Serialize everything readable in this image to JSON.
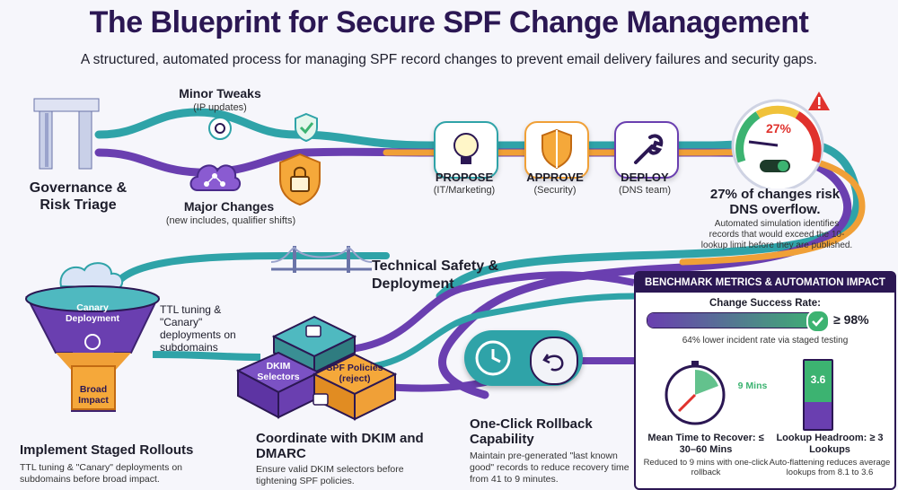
{
  "title": "The Blueprint for Secure SPF Change Management",
  "subtitle": "A structured, automated process for managing SPF record changes to prevent email delivery failures and security gaps.",
  "governance": {
    "title": "Governance & Risk Triage"
  },
  "minor": {
    "title": "Minor Tweaks",
    "sub": "(IP updates)"
  },
  "major": {
    "title": "Major Changes",
    "sub": "(new includes, qualifier shifts)"
  },
  "steps": [
    {
      "title": "PROPOSE",
      "sub": "(IT/Marketing)"
    },
    {
      "title": "APPROVE",
      "sub": "(Security)"
    },
    {
      "title": "DEPLOY",
      "sub": "(DNS team)"
    }
  ],
  "gauge": {
    "value": "27%",
    "headline": "27% of changes risk DNS overflow.",
    "desc": "Automated simulation identifies records that would exceed the 10-lookup limit before they are published."
  },
  "technical": {
    "title": "Technical Safety & Deployment"
  },
  "funnel": {
    "top": "Canary Deployment",
    "bottom": "Broad Impact",
    "side": "TTL tuning & \"Canary\" deployments on subdomains"
  },
  "staged": {
    "title": "Implement Staged Rollouts",
    "desc": "TTL tuning & \"Canary\" deployments on subdomains before broad impact."
  },
  "dkim": {
    "cube_left": "DKIM Selectors",
    "cube_right": "SPF Policies (reject)",
    "title": "Coordinate with DKIM and DMARC",
    "desc": "Ensure valid DKIM selectors before tightening SPF policies."
  },
  "rollback": {
    "title": "One-Click Rollback Capability",
    "desc": "Maintain pre-generated \"last known good\" records to reduce recovery time from 41 to 9 minutes."
  },
  "benchmark": {
    "header": "BENCHMARK METRICS & AUTOMATION IMPACT",
    "success_label": "Change Success Rate:",
    "success_value": "≥ 98%",
    "success_fraction": 0.98,
    "success_note": "64% lower incident rate via staged testing",
    "mttr_clock_label": "9 Mins",
    "mttr_title": "Mean Time to Recover: ≤ 30–60 Mins",
    "mttr_note": "Reduced to 9 mins with one-click rollback",
    "headroom_value": "3.6",
    "headroom_title": "Lookup Headroom: ≥ 3 Lookups",
    "headroom_note": "Auto-flattening reduces average lookups from 8.1 to 3.6"
  },
  "colors": {
    "teal": "#2fa3a8",
    "purple": "#6a3fb0",
    "orange": "#f0a037",
    "green": "#3cb371",
    "red": "#e0322d",
    "navy": "#2b1753"
  }
}
